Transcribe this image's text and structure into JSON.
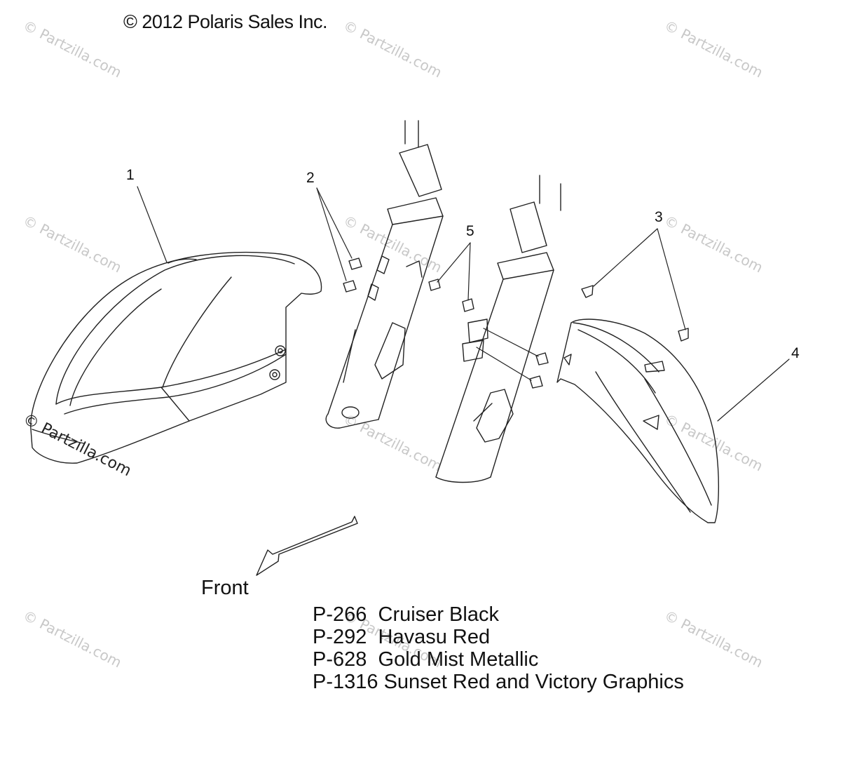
{
  "copyright": "© 2012 Polaris Sales Inc.",
  "watermark": "© Partzilla.com",
  "callouts": [
    "1",
    "2",
    "3",
    "4",
    "5"
  ],
  "front_label": "Front",
  "legend": [
    {
      "code": "P-266",
      "name": "Cruiser Black"
    },
    {
      "code": "P-292",
      "name": "Havasu Red"
    },
    {
      "code": "P-628",
      "name": "Gold Mist Metallic"
    },
    {
      "code": "P-1316",
      "name": "Sunset Red and Victory Graphics"
    }
  ]
}
